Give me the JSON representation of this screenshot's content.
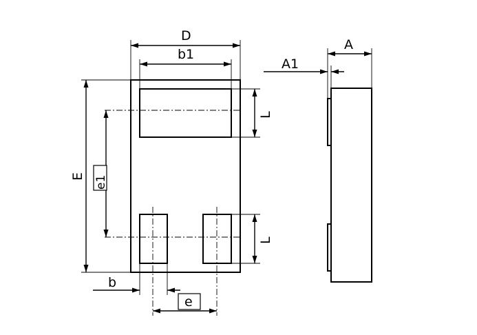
{
  "labels": {
    "D": "D",
    "b1": "b1",
    "A": "A",
    "A1": "A1",
    "E": "E",
    "e1": "e1",
    "L_top": "L",
    "L_bottom": "L",
    "b": "b",
    "e": "e"
  }
}
